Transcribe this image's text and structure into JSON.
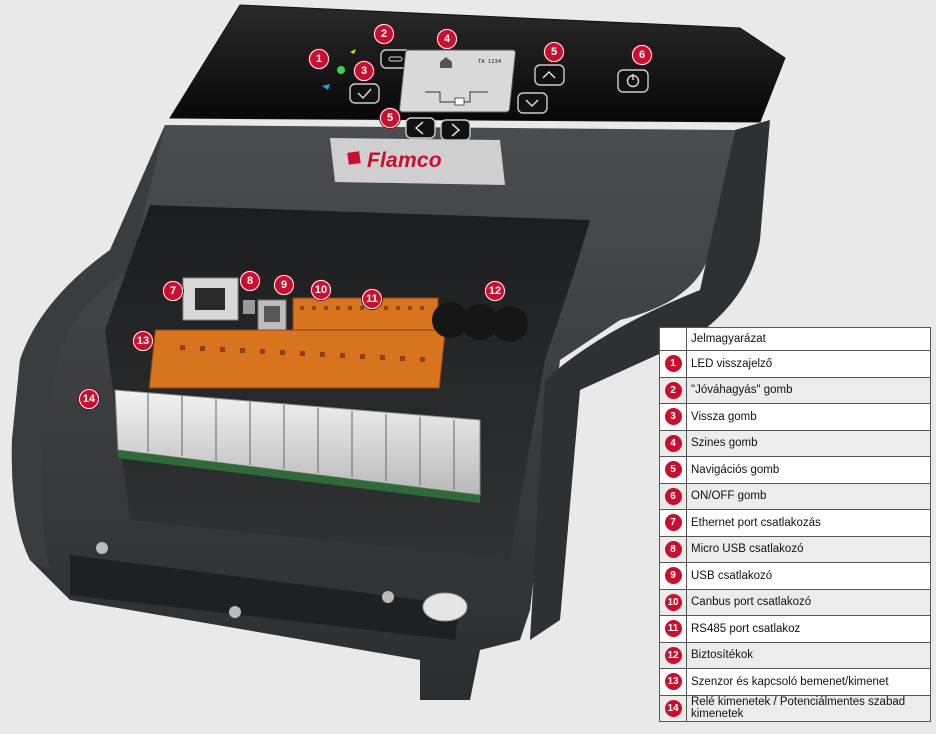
{
  "brand": {
    "logo_text": "Flamco"
  },
  "screen": {
    "status_text": "TA 1234"
  },
  "markers": [
    "1",
    "2",
    "3",
    "4",
    "5",
    "5",
    "6",
    "7",
    "8",
    "9",
    "10",
    "11",
    "12",
    "13",
    "14"
  ],
  "legend": {
    "header": "Jelmagyarázat",
    "items": [
      {
        "num": "1",
        "label": "LED visszajelző"
      },
      {
        "num": "2",
        "label": "\"Jóváhagyás\" gomb"
      },
      {
        "num": "3",
        "label": "Vissza gomb"
      },
      {
        "num": "4",
        "label": "Szines gomb"
      },
      {
        "num": "5",
        "label": "Navigációs gomb"
      },
      {
        "num": "6",
        "label": "ON/OFF gomb"
      },
      {
        "num": "7",
        "label": "Ethernet port csatlakozás"
      },
      {
        "num": "8",
        "label": "Micro USB csatlakozó"
      },
      {
        "num": "9",
        "label": "USB  csatlakozó"
      },
      {
        "num": "10",
        "label": "Canbus port csatlakozó"
      },
      {
        "num": "11",
        "label": "RS485 port csatlakoz"
      },
      {
        "num": "12",
        "label": "Biztosítékok"
      },
      {
        "num": "13",
        "label": "Szenzor és kapcsoló bemenet/kimenet"
      },
      {
        "num": "14",
        "label": "Relé kimenetek / Potenciálmentes szabad kimenetek"
      }
    ]
  }
}
